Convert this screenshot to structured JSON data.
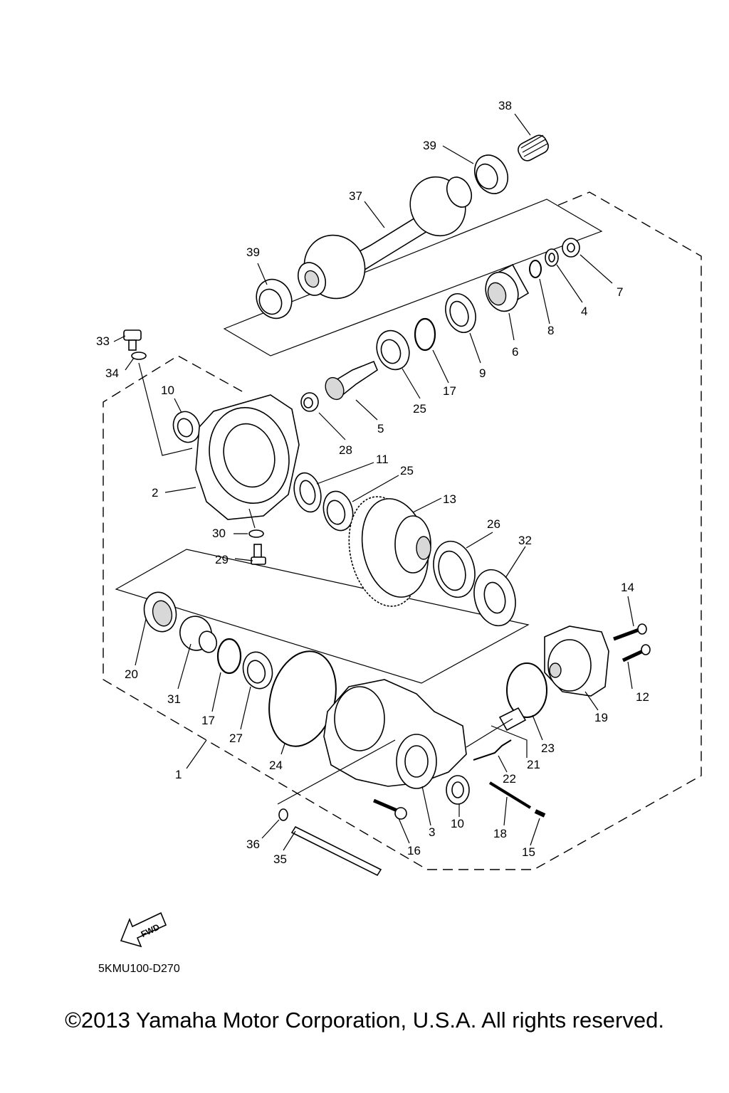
{
  "diagram_code": "5KMU100-D270",
  "fwd_label": "FWD",
  "copyright": "©2013 Yamaha Motor Corporation, U.S.A. All rights reserved.",
  "callouts": {
    "c38": "38",
    "c39a": "39",
    "c37": "37",
    "c39b": "39",
    "c7": "7",
    "c4": "4",
    "c8": "8",
    "c6": "6",
    "c9": "9",
    "c17a": "17",
    "c25a": "25",
    "c5": "5",
    "c28": "28",
    "c33": "33",
    "c34": "34",
    "c10a": "10",
    "c2": "2",
    "c11": "11",
    "c25b": "25",
    "c13": "13",
    "c26": "26",
    "c32": "32",
    "c30": "30",
    "c29": "29",
    "c14": "14",
    "c12": "12",
    "c19": "19",
    "c20": "20",
    "c31": "31",
    "c17b": "17",
    "c27": "27",
    "c24": "24",
    "c1": "1",
    "c23": "23",
    "c21": "21",
    "c22": "22",
    "c10b": "10",
    "c3": "3",
    "c16": "16",
    "c18": "18",
    "c15": "15",
    "c36": "36",
    "c35": "35"
  }
}
